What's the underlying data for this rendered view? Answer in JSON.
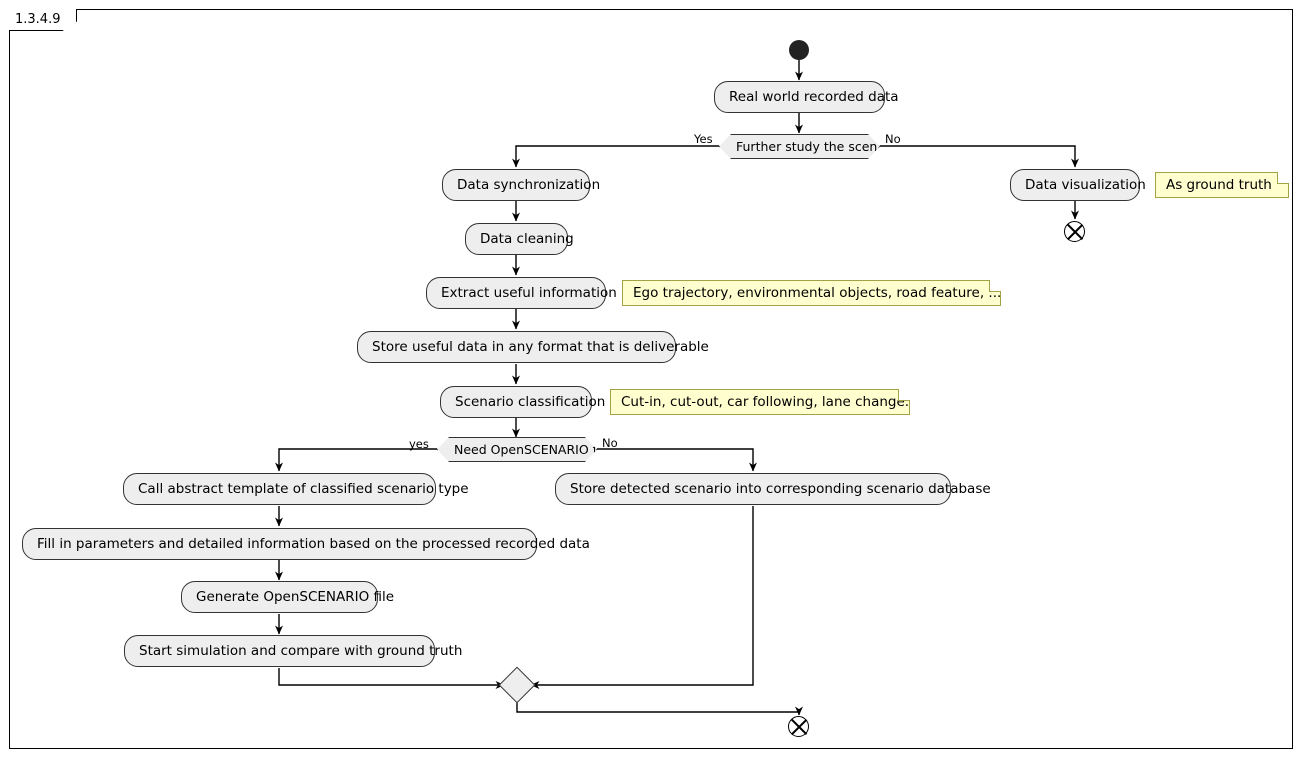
{
  "diagram": {
    "frame_label": "1.3.4.9",
    "type": "uml-activity-diagram",
    "colors": {
      "activity_fill": "#EEEEEE",
      "activity_border": "#333333",
      "note_fill": "#FEFECE",
      "note_border": "#A3A345",
      "line": "#000000",
      "background": "#FFFFFF"
    },
    "nodes": {
      "start": "start-node",
      "real_world_recorded_data": "Real world recorded data",
      "decision_further_study": "Further study the scenario",
      "data_visualization": "Data visualization",
      "data_synchronization": "Data synchronization",
      "data_cleaning": "Data cleaning",
      "extract_useful_information": "Extract useful information",
      "store_useful_data": "Store useful data in any format that is deliverable",
      "scenario_classification": "Scenario classification",
      "decision_need_openscenario": "Need OpenSCENARIO file?",
      "call_abstract_template": "Call abstract template of classified scenario type",
      "store_detected_scenario": "Store detected scenario into corresponding scenario database",
      "fill_in_parameters": "Fill in parameters and detailed information based on the processed recorded data",
      "generate_openscenario_file": "Generate OpenSCENARIO file",
      "start_simulation": "Start simulation and compare with ground truth",
      "merge": "merge-node",
      "final_right": "flow-final-node",
      "final_bottom": "flow-final-node"
    },
    "guards": {
      "further_study_yes": "Yes",
      "further_study_no": "No",
      "openscenario_yes": "yes",
      "openscenario_no": "No"
    },
    "notes": {
      "as_ground_truth": "As ground truth",
      "extract_details": "Ego trajectory, environmental objects, road feature, ...",
      "classification_examples": "Cut-in, cut-out, car following, lane change."
    }
  }
}
